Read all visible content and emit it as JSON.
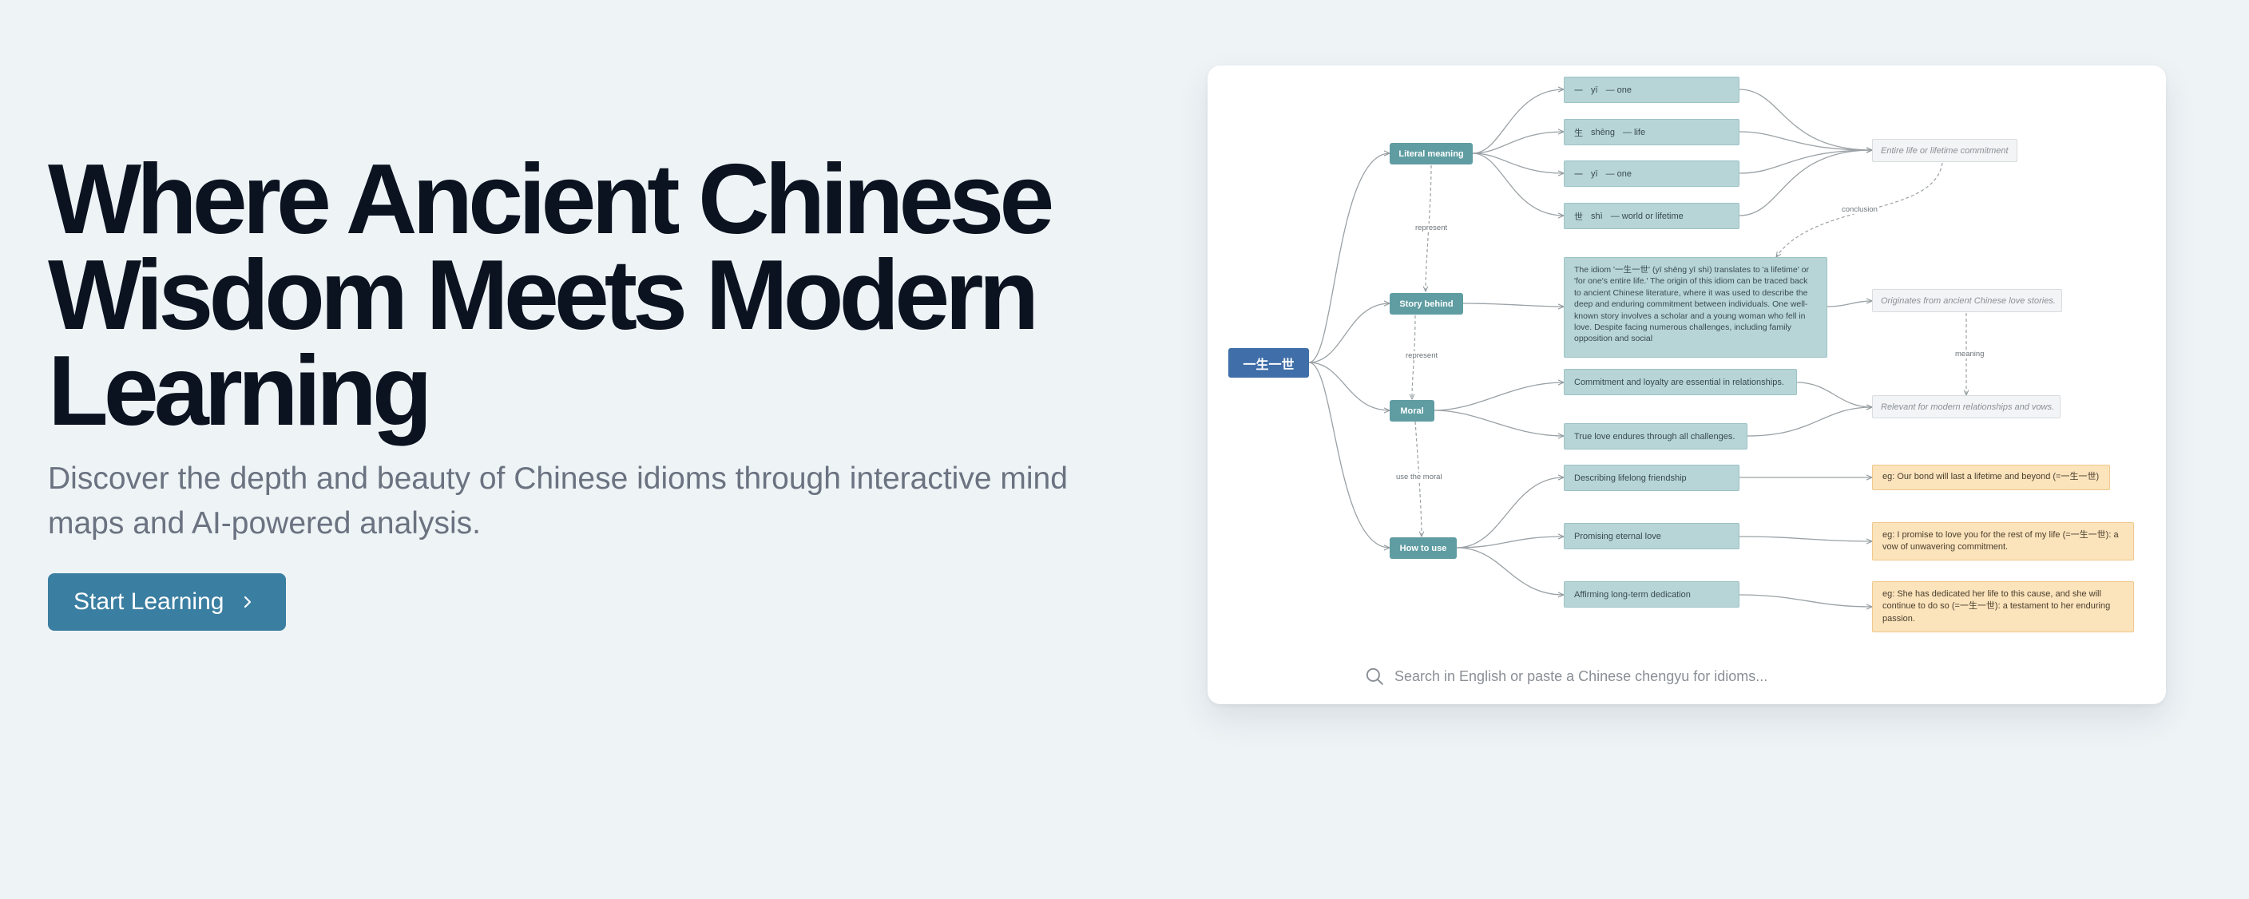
{
  "hero": {
    "headline_lines": [
      "Where Ancient Chinese",
      "Wisdom Meets Modern",
      "Learning"
    ],
    "subtitle": "Discover the depth and beauty of Chinese idioms through interactive mind maps and AI-powered analysis.",
    "cta_label": "Start Learning",
    "cta_icon": "chevron-right-icon"
  },
  "colors": {
    "background": "#eef3f6",
    "headline": "#0b1220",
    "cta": "#3a7ea1",
    "root_node": "#3f6ea8",
    "branch_node": "#5f9da2",
    "leaf_node": "#b7d5d7",
    "example_node": "#fbe3bc"
  },
  "mindmap": {
    "root": "一生一世",
    "branches": {
      "literal": "Literal meaning",
      "story": "Story behind",
      "moral": "Moral",
      "usage": "How to use"
    },
    "literal_leaves": [
      {
        "char": "一",
        "pinyin": "yī",
        "gloss": "— one"
      },
      {
        "char": "生",
        "pinyin": "shēng",
        "gloss": "— life"
      },
      {
        "char": "一",
        "pinyin": "yī",
        "gloss": "— one"
      },
      {
        "char": "世",
        "pinyin": "shì",
        "gloss": "— world or lifetime"
      }
    ],
    "story_text": "The idiom '一生一世' (yī shēng yī shì) translates to 'a lifetime' or 'for one's entire life.' The origin of this idiom can be traced back to ancient Chinese literature, where it was used to describe the deep and enduring commitment between individuals. One well-known story involves a scholar and a young woman who fell in love. Despite facing numerous challenges, including family opposition and social",
    "moral_leaves": [
      "Commitment and loyalty are essential in relationships.",
      "True love endures through all challenges."
    ],
    "usage_leaves": [
      "Describing lifelong friendship",
      "Promising eternal love",
      "Affirming long-term dedication"
    ],
    "concepts": {
      "lifetime": "Entire life or lifetime commitment",
      "origin": "Originates from ancient Chinese love stories.",
      "relevance": "Relevant for modern relationships and vows."
    },
    "examples": [
      "eg: Our bond will last a lifetime and beyond (=一生一世)",
      "eg: I promise to love you for the rest of my life (=一生一世): a vow of unwavering commitment.",
      "eg: She has dedicated her life to this cause, and she will continue to do so (=一生一世): a testament to her enduring passion."
    ],
    "edge_labels": {
      "represent_1": "represent",
      "represent_2": "represent",
      "use_moral": "use the moral",
      "conclusion": "conclusion",
      "meaning": "meaning"
    }
  },
  "search": {
    "placeholder": "Search in English or paste a Chinese chengyu for idioms...",
    "icon": "search-icon"
  }
}
